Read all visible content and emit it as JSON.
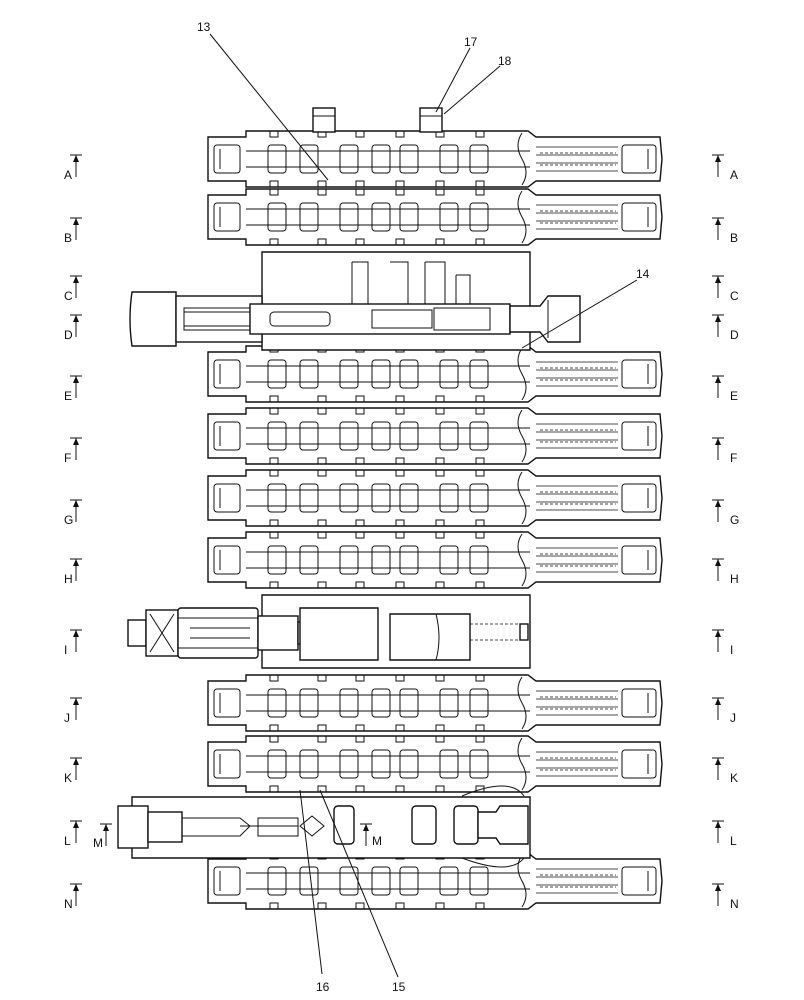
{
  "section_markers": [
    {
      "letter": "A"
    },
    {
      "letter": "B"
    },
    {
      "letter": "C"
    },
    {
      "letter": "D"
    },
    {
      "letter": "E"
    },
    {
      "letter": "F"
    },
    {
      "letter": "G"
    },
    {
      "letter": "H"
    },
    {
      "letter": "I"
    },
    {
      "letter": "J"
    },
    {
      "letter": "K"
    },
    {
      "letter": "L"
    },
    {
      "letter": "N"
    }
  ],
  "inner_marker": {
    "letter": "M"
  },
  "callouts": [
    {
      "number": "13"
    },
    {
      "number": "14"
    },
    {
      "number": "15"
    },
    {
      "number": "16"
    },
    {
      "number": "17"
    },
    {
      "number": "18"
    }
  ]
}
